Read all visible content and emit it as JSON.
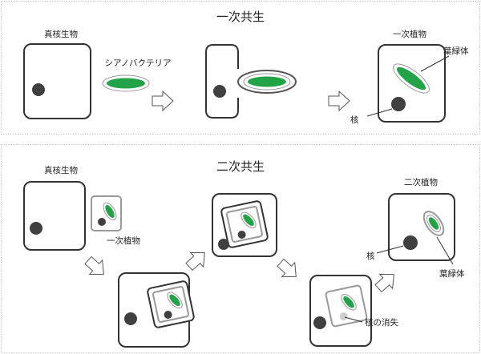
{
  "primary": {
    "title": "一次共生",
    "eukaryote_label": "真核生物",
    "cyanobacteria_label": "シアノバクテリア",
    "plant_title": "一次植物",
    "chloroplast_label": "葉緑体",
    "nucleus_label": "核"
  },
  "secondary": {
    "title": "二次共生",
    "eukaryote_label": "真核生物",
    "primary_plant_label": "一次植物",
    "plant_title": "二次植物",
    "nucleus_label": "核",
    "chloroplast_label": "葉緑体",
    "nucleus_loss_label": "核の消失"
  },
  "colors": {
    "chloroplast_green": "#22a347",
    "nucleus_dark": "#404040",
    "nucleus_faded": "#cfcfcf",
    "cell_border": "#333333",
    "panel_border": "#c8c8c8"
  }
}
